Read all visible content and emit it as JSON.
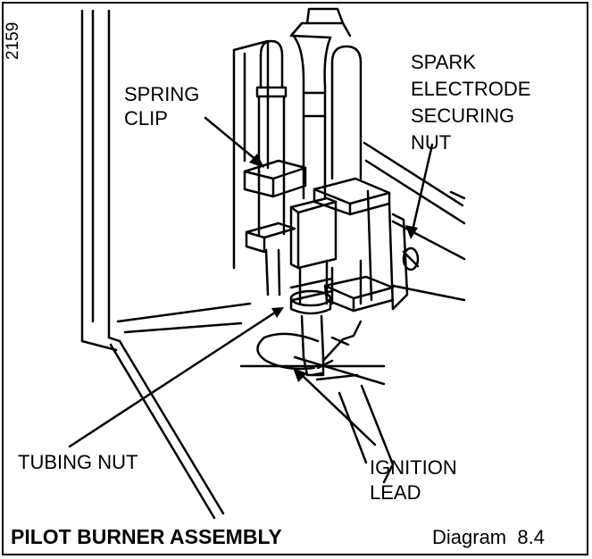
{
  "figure": {
    "reference_number": "2159",
    "title": "PILOT BURNER ASSEMBLY",
    "diagram_number": "Diagram  8.4"
  },
  "labels": {
    "spring_clip_line1": "SPRING",
    "spring_clip_line2": "CLIP",
    "spark_line1": "SPARK",
    "spark_line2": "ELECTRODE",
    "spark_line3": "SECURING",
    "spark_line4": "NUT",
    "tubing_nut": "TUBING NUT",
    "ignition_line1": "IGNITION",
    "ignition_line2": "LEAD"
  },
  "colors": {
    "ink": "#000000",
    "paper": "#ffffff"
  }
}
